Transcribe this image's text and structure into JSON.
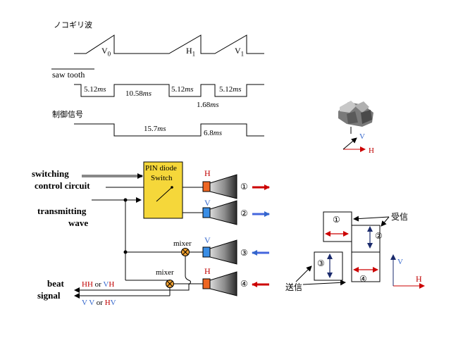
{
  "waveform": {
    "saw_label_jp": "ノコギリ波",
    "saw_label_en": "saw tooth",
    "control_label_jp": "制御信号",
    "marker_v0_main": "V",
    "marker_v0_sub": "0",
    "marker_h1_main": "H",
    "marker_h1_sub": "1",
    "marker_v1_main": "V",
    "marker_v1_sub": "1",
    "t1": "5.12",
    "t2": "10.58",
    "t3": "5.12",
    "t4": "5.12",
    "t5": "1.68",
    "t6": "15.7",
    "t7": "6.8",
    "unit": "ms"
  },
  "circuit": {
    "switching_line1": "switching",
    "switching_line2": "control circuit",
    "transmitting_line1": "transmitting",
    "transmitting_line2": "wave",
    "pin_line1": "PIN diode",
    "pin_line2": "Switch",
    "mixer_upper": "mixer",
    "mixer_lower": "mixer",
    "beat_line1": "beat",
    "beat_line2": "signal",
    "beat_out1": {
      "p1": "HH",
      "or": " or ",
      "p2a": "V",
      "p2b": "H"
    },
    "beat_out2": {
      "p1": "V V",
      "or": " or ",
      "p2a": "H",
      "p2b": "V"
    },
    "horns": [
      {
        "pol": "H",
        "num": "①",
        "color": "#cc0000"
      },
      {
        "pol": "V",
        "num": "②",
        "color": "#3366cc"
      },
      {
        "pol": "V",
        "num": "③",
        "color": "#3366cc"
      },
      {
        "pol": "H",
        "num": "④",
        "color": "#cc0000"
      }
    ]
  },
  "axes_top": {
    "v": "V",
    "h": "H"
  },
  "antenna_array": {
    "cells": [
      "①",
      "②",
      "③",
      "④"
    ],
    "receive_jp": "受信",
    "transmit_jp": "送信",
    "axis_v": "V",
    "axis_h": "H"
  },
  "colors": {
    "red": "#cc0000",
    "blue": "#3366cc",
    "orange": "#ee6622",
    "pin_fill": "#f5d73a"
  }
}
